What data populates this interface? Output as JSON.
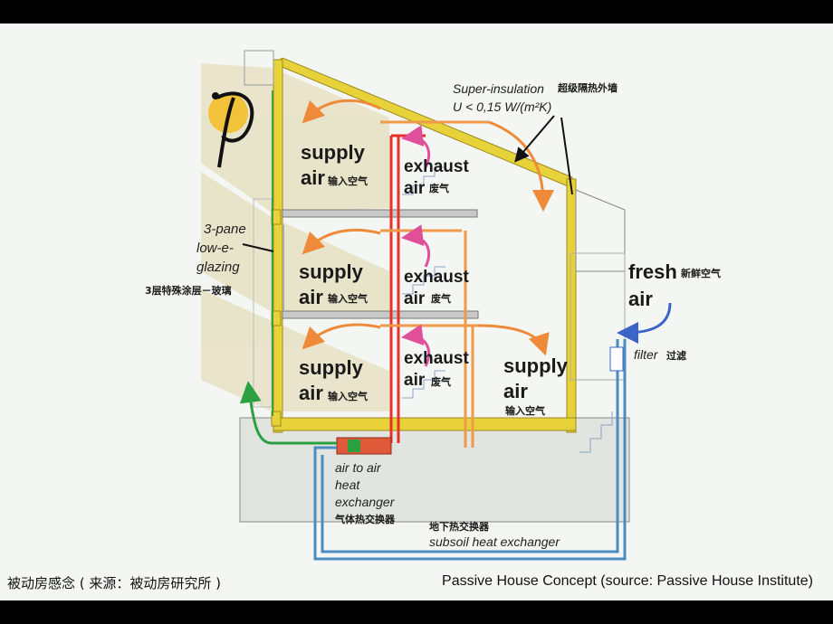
{
  "labels": {
    "supply": "supply",
    "air": "air",
    "supply_air_cn": "输入空气",
    "exhaust": "exhaust",
    "exhaust_air_cn": "废气",
    "fresh": "fresh",
    "fresh_air_cn": "新鲜空气",
    "filter": "filter",
    "filter_cn": "过滤",
    "super_insulation": "Super-insulation",
    "u_value": "U < 0,15 W/(m²K)",
    "super_insulation_cn": "超级隔热外墙",
    "glazing_1": "3-pane",
    "glazing_2": "low-e-",
    "glazing_3": "glazing",
    "glazing_cn": "3层特殊涂层－玻璃",
    "hx_1": "air to air",
    "hx_2": "heat",
    "hx_3": "exchanger",
    "hx_cn": "气体热交换器",
    "subsoil_cn": "地下热交换器",
    "subsoil": "subsoil heat exchanger"
  },
  "captions": {
    "left": "被动房感念 ( 来源：被动房研究所 )",
    "right": "Passive House Concept (source: Passive House Institute)"
  },
  "colors": {
    "structure": "#e8d23a",
    "supply_arrow": "#ee8a3a",
    "exhaust_arrow": "#e0509a",
    "exhaust_duct": "#e8302a",
    "fresh_arrow": "#3a64c8",
    "subsoil_duct": "#4a8cc0",
    "outlet_arrow": "#2aa040",
    "shade": "#e9e4c8"
  }
}
